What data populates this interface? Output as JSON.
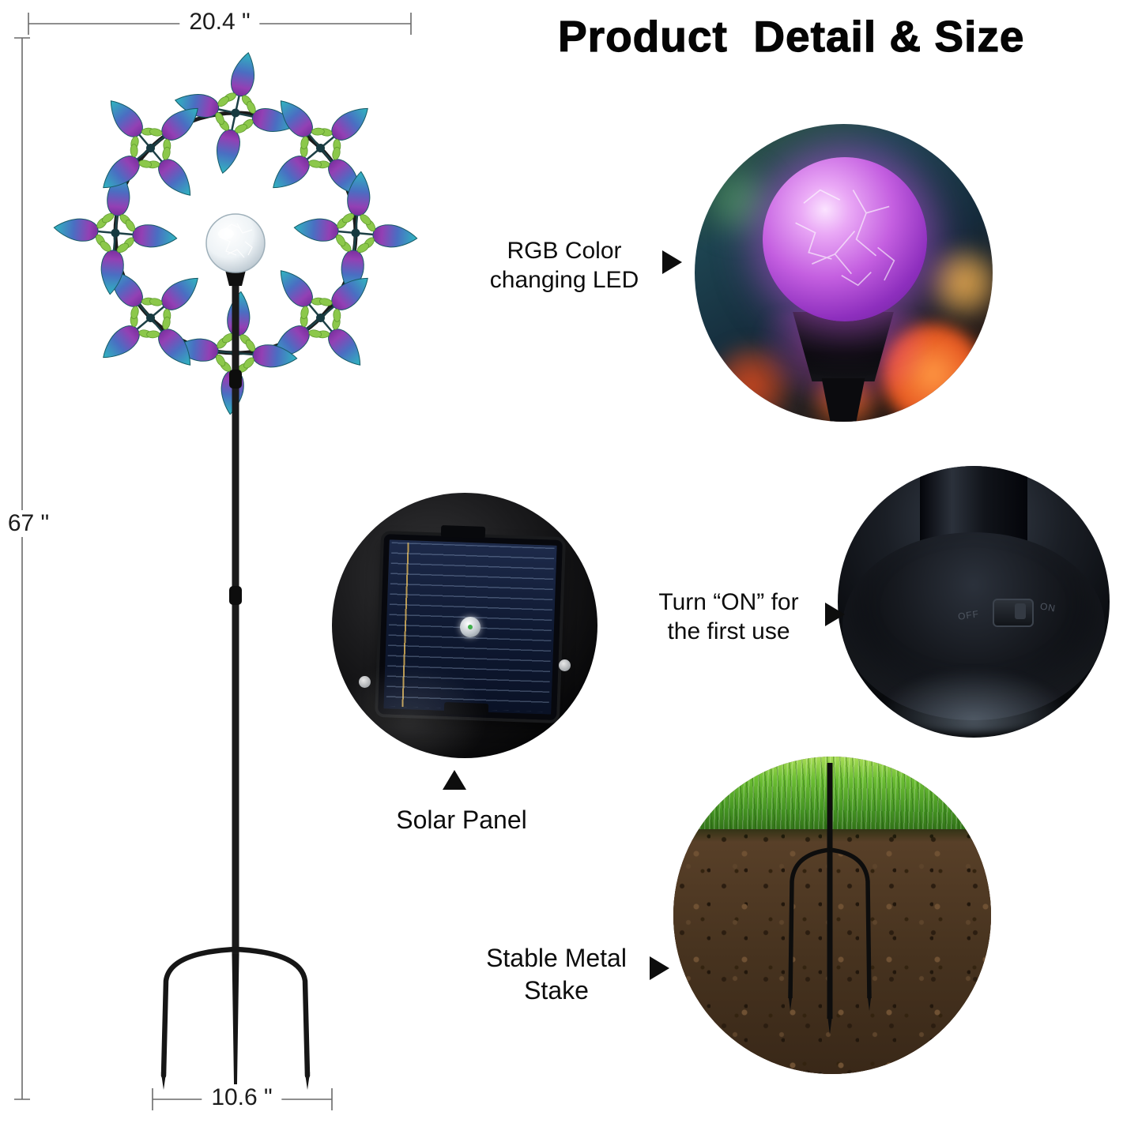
{
  "title": "Product  Detail & Size",
  "dimensions": {
    "width": "20.4 \"",
    "height": "67 \"",
    "base_width": "10.6 \""
  },
  "callouts": {
    "led": {
      "line1": "RGB Color",
      "line2": "changing LED"
    },
    "power_switch": {
      "line1": "Turn “ON” for",
      "line2": "the first use"
    },
    "solar_panel": {
      "label": "Solar Panel"
    },
    "stake": {
      "line1": "Stable Metal",
      "line2": "Stake"
    }
  },
  "switch_labels": {
    "off": "OFF",
    "on": "ON"
  },
  "colors": {
    "petal_teal": "#2fb7c0",
    "petal_purple": "#9340b4",
    "leaf_green": "#8cc84b",
    "led_glow_purple": "#c45fe0",
    "metal_black": "#161616",
    "text": "#111111"
  }
}
